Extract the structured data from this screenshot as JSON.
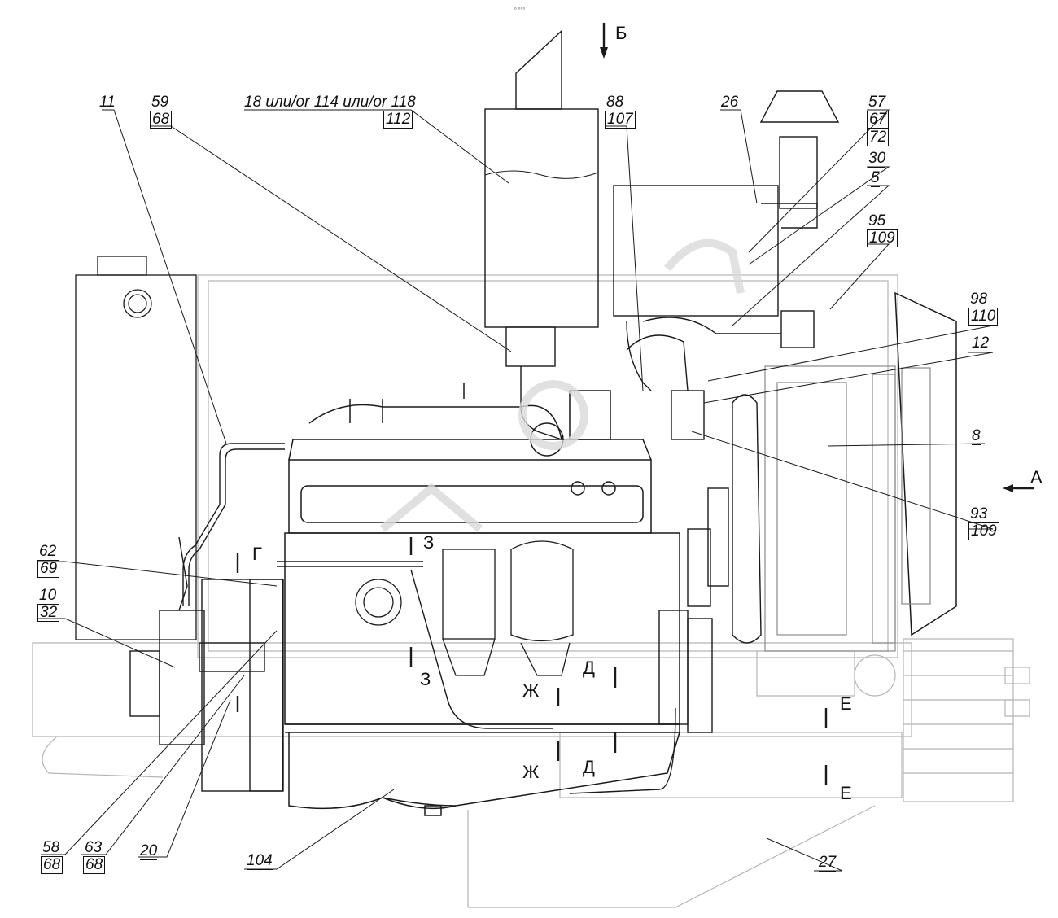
{
  "header": {
    "top_mark": "ₒ ₀₀₀"
  },
  "callouts": [
    {
      "id": "11",
      "upper": "11"
    },
    {
      "id": "59",
      "upper": "59",
      "lower": "68"
    },
    {
      "id": "18-114-118",
      "upper": "18 или/or 114 или/or 118",
      "lower": "112"
    },
    {
      "id": "88",
      "upper": "88",
      "lower": "107"
    },
    {
      "id": "26",
      "upper": "26"
    },
    {
      "id": "57",
      "upper": "57",
      "mid": "67",
      "lower": "72"
    },
    {
      "id": "30",
      "upper": "30"
    },
    {
      "id": "5",
      "upper": "5"
    },
    {
      "id": "95",
      "upper": "95",
      "lower": "109"
    },
    {
      "id": "98",
      "upper": "98",
      "lower": "110"
    },
    {
      "id": "12",
      "upper": "12"
    },
    {
      "id": "8",
      "upper": "8"
    },
    {
      "id": "93",
      "upper": "93",
      "lower": "109"
    },
    {
      "id": "62",
      "upper": "62",
      "lower": "69"
    },
    {
      "id": "10",
      "upper": "10",
      "lower": "32"
    },
    {
      "id": "58",
      "upper": "58",
      "lower": "68"
    },
    {
      "id": "63",
      "upper": "63",
      "lower": "68"
    },
    {
      "id": "20",
      "upper": "20"
    },
    {
      "id": "104",
      "upper": "104"
    },
    {
      "id": "27",
      "upper": "27"
    }
  ],
  "section_marks": {
    "b": "Б",
    "a": "А",
    "g": "Г",
    "z_top": "З",
    "z_bottom": "З",
    "zh_top": "Ж",
    "zh_bottom": "Ж",
    "d_top": "Д",
    "d_bottom": "Д",
    "e_top": "Е",
    "e_bottom": "Е"
  },
  "colors": {
    "line": "#1a1a1a",
    "faint": "#b5b5b5",
    "watermark": "#d9d9d9"
  }
}
